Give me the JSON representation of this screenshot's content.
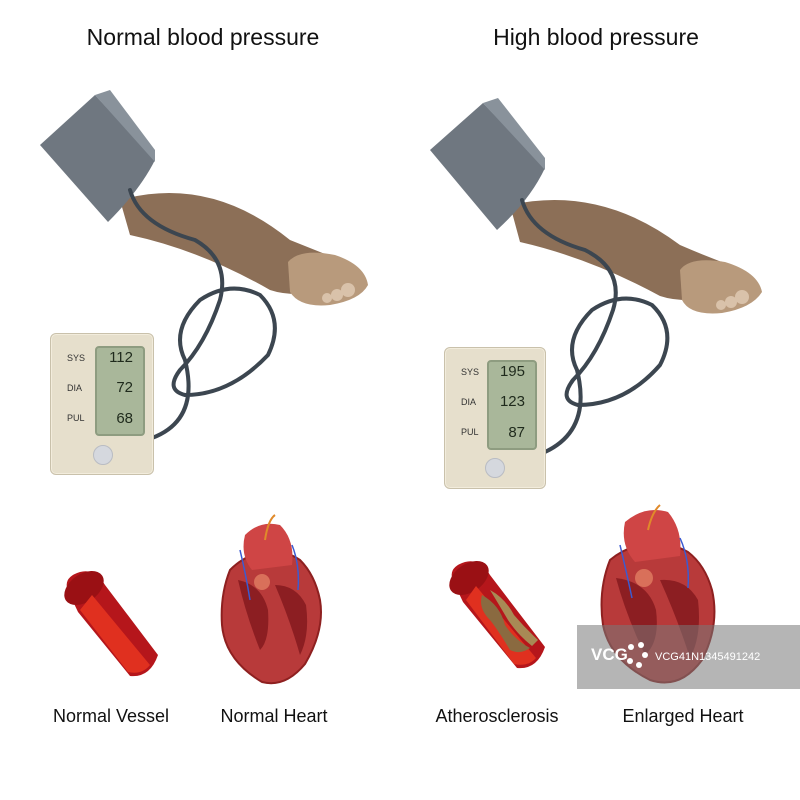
{
  "titles": {
    "normal": "Normal blood pressure",
    "high": "High blood pressure"
  },
  "normal_monitor": {
    "sys_label": "SYS",
    "dia_label": "DIA",
    "pul_label": "PUL",
    "sys": "112",
    "dia": "72",
    "pul": "68"
  },
  "high_monitor": {
    "sys_label": "SYS",
    "dia_label": "DIA",
    "pul_label": "PUL",
    "sys": "195",
    "dia": "123",
    "pul": "87"
  },
  "captions": {
    "normal_vessel": "Normal Vessel",
    "normal_heart": "Normal Heart",
    "atherosclerosis": "Atherosclerosis",
    "enlarged_heart": "Enlarged Heart"
  },
  "watermark": {
    "logo": "VCG",
    "id": "VCG41N1345491242"
  },
  "colors": {
    "cuff": "#6f7780",
    "skin": "#8c6f57",
    "hand": "#b89a7c",
    "tube": "#3c4650",
    "monitor_body": "#e6dfcc",
    "screen": "#a9b79a",
    "vessel_outer": "#b5161b",
    "vessel_inner": "#e0301f",
    "plaque": "#8a6a40",
    "heart": "#b83a3a"
  }
}
